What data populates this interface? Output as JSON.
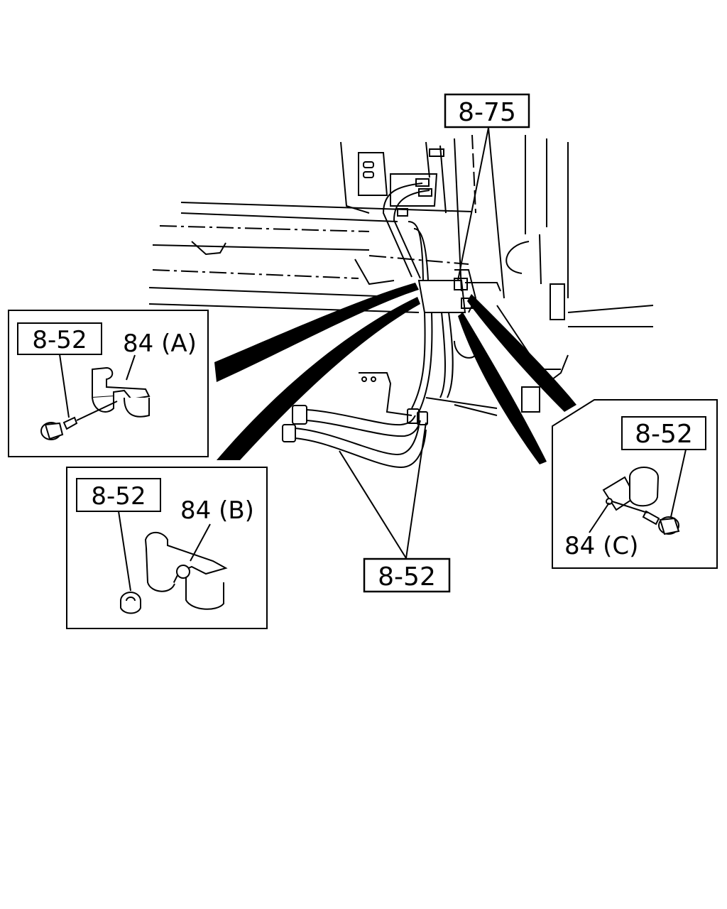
{
  "references": {
    "top": "8-75",
    "bottom": "8-52",
    "box_a": "8-52",
    "box_b": "8-52",
    "box_c": "8-52"
  },
  "parts": {
    "part_a": "84 (A)",
    "part_b": "84 (B)",
    "part_c": "84 (C)"
  }
}
